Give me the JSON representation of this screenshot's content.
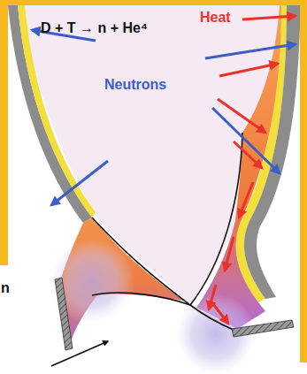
{
  "diagram": {
    "labels": [
      "Heat",
      "D + T → n + He⁴",
      "Neutrons",
      "n"
    ]
  }
}
